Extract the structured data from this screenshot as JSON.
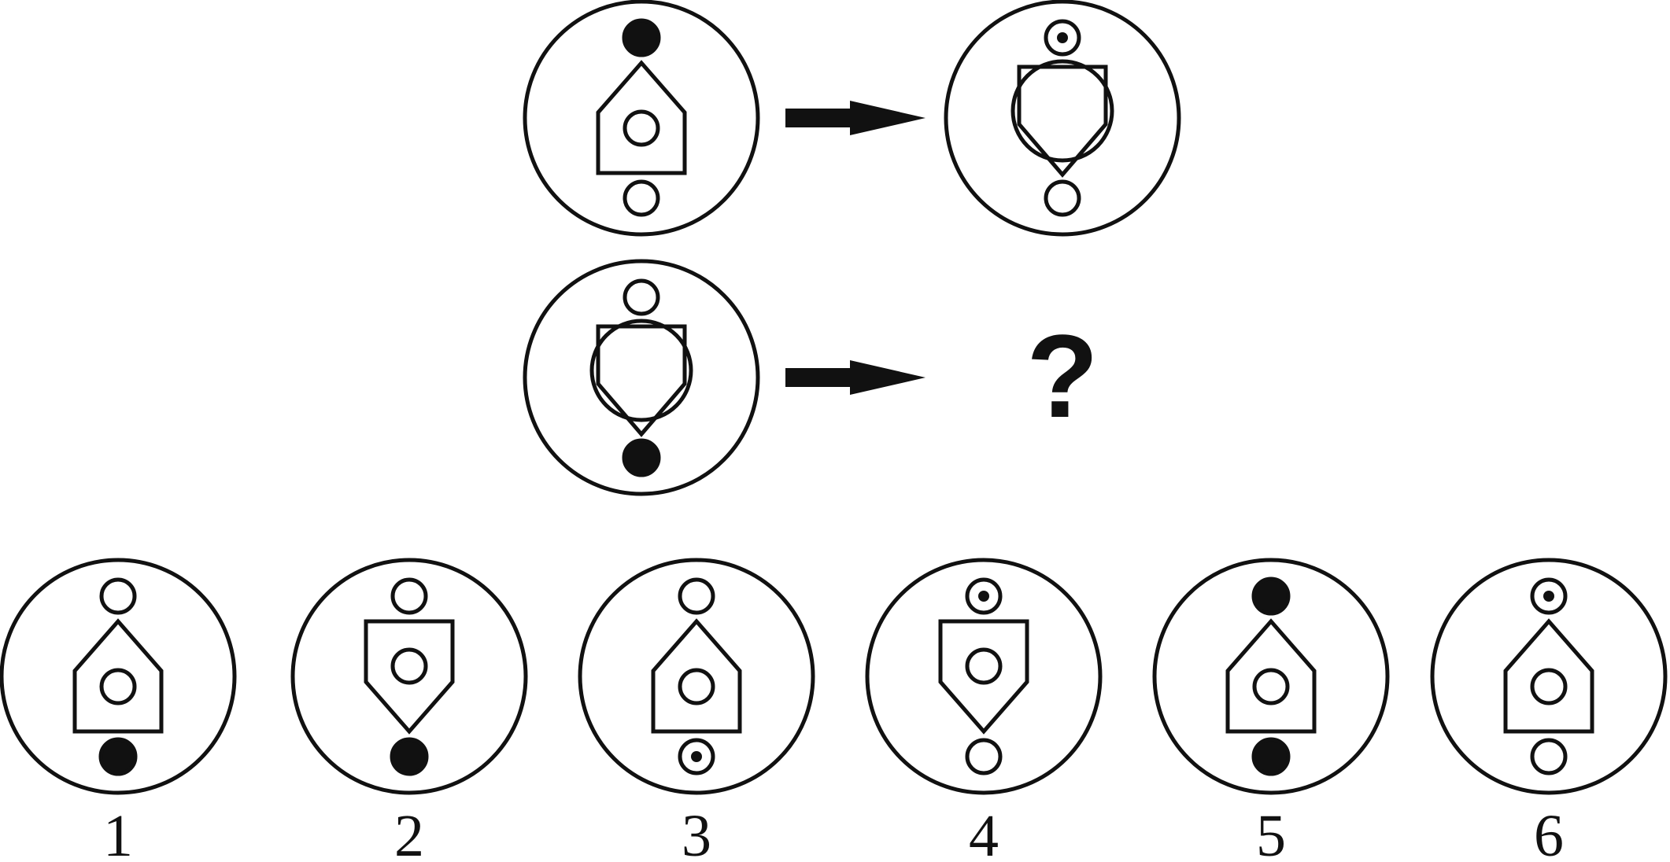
{
  "colors": {
    "ink": "#111111",
    "background": "#ffffff"
  },
  "puzzle": {
    "example": {
      "source": {
        "shape": "house-up",
        "top": "filled",
        "bottom": "empty"
      },
      "result": {
        "shape": "house-down-overlaid",
        "top": "dot",
        "bottom": "empty"
      }
    },
    "question": {
      "source": {
        "shape": "house-down-overlaid",
        "top": "empty",
        "bottom": "filled"
      },
      "result_label": "?"
    },
    "arrow_icon": "right-arrow-icon"
  },
  "options": [
    {
      "number": "1",
      "shape": "house-up",
      "top": "empty",
      "bottom": "filled"
    },
    {
      "number": "2",
      "shape": "house-down",
      "top": "empty",
      "bottom": "filled"
    },
    {
      "number": "3",
      "shape": "house-up",
      "top": "empty",
      "bottom": "dot"
    },
    {
      "number": "4",
      "shape": "house-down",
      "top": "dot",
      "bottom": "empty"
    },
    {
      "number": "5",
      "shape": "house-up",
      "top": "filled",
      "bottom": "filled"
    },
    {
      "number": "6",
      "shape": "house-up",
      "top": "dot",
      "bottom": "empty"
    }
  ]
}
